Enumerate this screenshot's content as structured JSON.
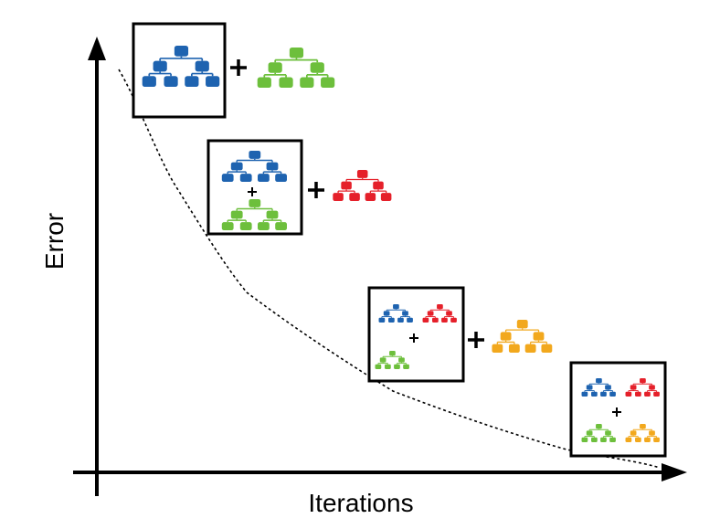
{
  "axes": {
    "x_label": "Iterations",
    "y_label": "Error"
  },
  "colors": {
    "blue": "#1e63b0",
    "green": "#6dbf3c",
    "red": "#e5202a",
    "orange": "#f2a81d"
  },
  "stages": [
    {
      "ensemble": [
        "blue"
      ],
      "added": "green"
    },
    {
      "ensemble": [
        "blue",
        "green"
      ],
      "added": "red"
    },
    {
      "ensemble": [
        "blue",
        "red",
        "green"
      ],
      "added": "orange"
    },
    {
      "ensemble": [
        "blue",
        "red",
        "green",
        "orange"
      ],
      "added": null
    }
  ],
  "operator": "+"
}
